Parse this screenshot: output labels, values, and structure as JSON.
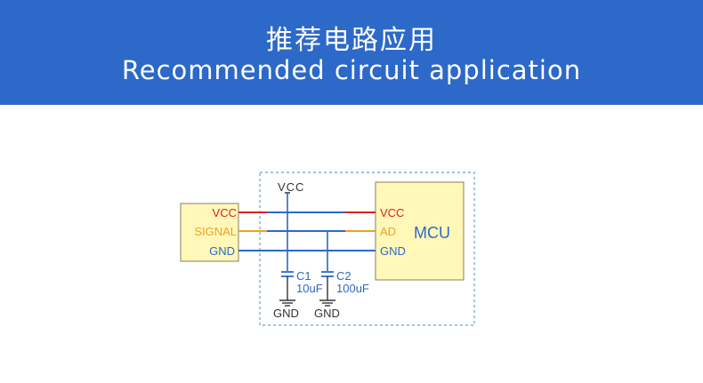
{
  "header": {
    "title_cn": "推荐电路应用",
    "title_en": "Recommended circuit application"
  },
  "colors": {
    "banner": "#2c69c8",
    "wire_blue": "#2c69c8",
    "wire_red": "#e02020",
    "wire_orange": "#f0a020",
    "chip_fill": "#fff8b8",
    "chip_stroke": "#8b7d60",
    "label_blue": "#2c69c8",
    "label_dark": "#333333"
  },
  "sensor": {
    "pins": [
      "VCC",
      "SIGNAL",
      "GND"
    ]
  },
  "mcu": {
    "name": "MCU",
    "pins": [
      "VCC",
      "AD",
      "GND"
    ]
  },
  "power": {
    "label": "VCC"
  },
  "capacitors": [
    {
      "ref": "C1",
      "value": "10uF",
      "ground": "GND"
    },
    {
      "ref": "C2",
      "value": "100uF",
      "ground": "GND"
    }
  ]
}
